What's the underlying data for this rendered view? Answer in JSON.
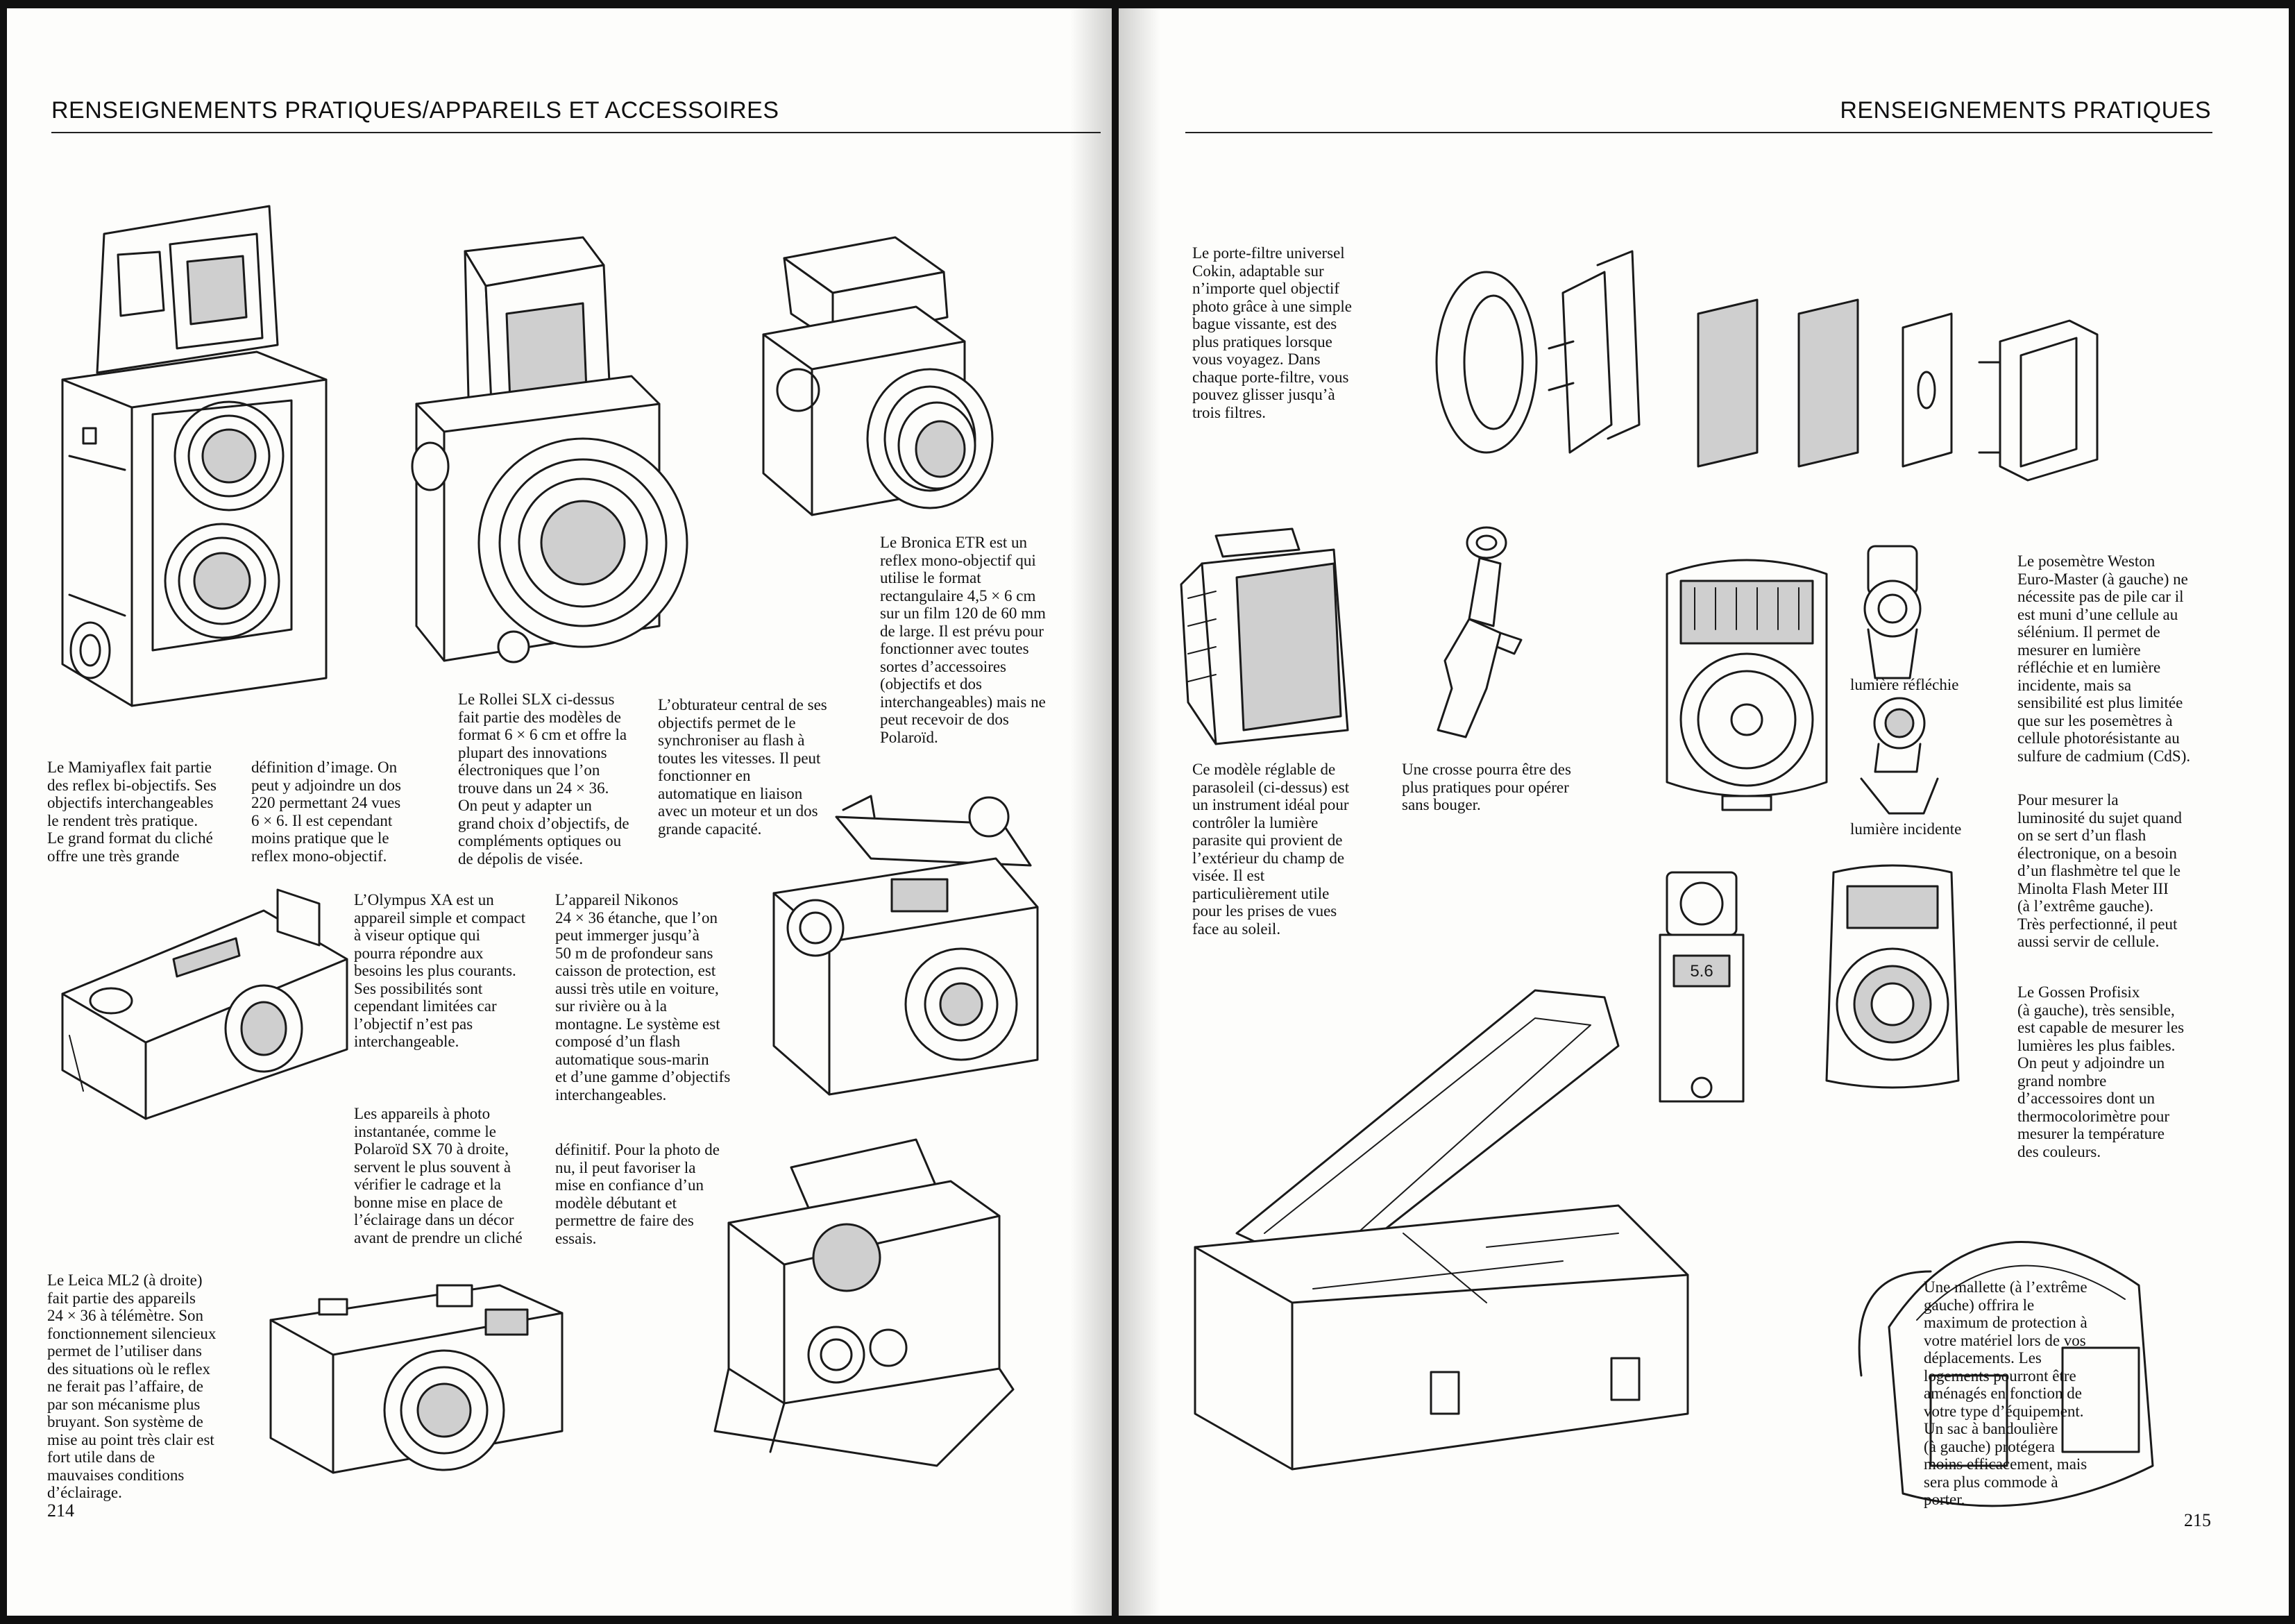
{
  "left_page": {
    "running_head": "RENSEIGNEMENTS PRATIQUES/APPAREILS ET ACCESSOIRES",
    "page_number": "214",
    "captions": {
      "mamiyaflex_a": "Le Mamiyaflex fait partie\ndes reflex bi-objectifs. Ses\nobjectifs interchangeables\nle rendent très pratique.\nLe grand format du cliché\noffre une très grande",
      "mamiyaflex_b": "définition d’image. On\npeut y adjoindre un dos\n220 permettant 24 vues\n6 × 6. Il est cependant\nmoins pratique que le\nreflex mono-objectif.",
      "rollei_a": "Le Rollei SLX ci-dessus\nfait partie des modèles de\nformat 6 × 6 cm et offre la\nplupart des innovations\nélectroniques que l’on\ntrouve dans un 24 × 36.\nOn peut y adapter un\ngrand choix d’objectifs, de\ncompléments optiques ou\nde dépolis de visée.",
      "rollei_b": "L’obturateur central de ses\nobjectifs permet de le\nsynchroniser au flash à\ntoutes les vitesses. Il peut\nfonctionner en\nautomatique en liaison\navec un moteur et un dos\ngrande capacité.",
      "bronica": "Le Bronica ETR est un\nreflex mono-objectif qui\nutilise le format\nrectangulaire 4,5 × 6 cm\nsur un film 120 de 60 mm\nde large. Il est prévu pour\nfonctionner avec toutes\nsortes d’accessoires\n(objectifs et dos\ninterchangeables) mais ne\npeut recevoir de dos\nPolaroïd.",
      "olympus": "L’Olympus XA est un\nappareil simple et compact\nà viseur optique qui\npourra répondre aux\nbesoins les plus courants.\nSes possibilités sont\ncependant limitées car\nl’objectif n’est pas\ninterchangeable.",
      "nikonos": "L’appareil Nikonos\n24 × 36 étanche, que l’on\npeut immerger jusqu’à\n50 m de profondeur sans\ncaisson de protection, est\naussi très utile en voiture,\nsur rivière ou à la\nmontagne. Le système est\ncomposé d’un flash\nautomatique sous-marin\net d’une gamme d’objectifs\ninterchangeables.",
      "polaroid_a": "Les appareils à photo\ninstantanée, comme le\nPolaroïd SX 70 à droite,\nservent le plus souvent à\nvérifier le cadrage et la\nbonne mise en place de\nl’éclairage dans un décor\navant de prendre un cliché",
      "polaroid_b": "définitif. Pour la photo de\nnu, il peut favoriser la\nmise en confiance d’un\nmodèle débutant et\npermettre de faire des\nessais.",
      "leica": "Le Leica ML2 (à droite)\nfait partie des appareils\n24 × 36 à télémètre. Son\nfonctionnement silencieux\npermet de l’utiliser dans\ndes situations où le reflex\nne ferait pas l’affaire, de\npar son mécanisme plus\nbruyant. Son système de\nmise au point très clair est\nfort utile dans de\nmauvaises conditions\nd’éclairage."
    }
  },
  "right_page": {
    "running_head": "RENSEIGNEMENTS PRATIQUES",
    "page_number": "215",
    "captions": {
      "cokin": "Le porte-filtre universel\nCokin, adaptable sur\nn’importe quel objectif\nphoto grâce à une simple\nbague vissante, est des\nplus pratiques lorsque\nvous voyagez. Dans\nchaque porte-filtre, vous\npouvez glisser jusqu’à\ntrois filtres.",
      "parasoleil": "Ce modèle réglable de\nparasoleil (ci-dessus) est\nun instrument idéal pour\ncontrôler la lumière\nparasite qui provient de\nl’extérieur du champ de\nvisée. Il est\nparticulièrement utile\npour les prises de vues\nface au soleil.",
      "crosse": "Une crosse pourra être des\nplus pratiques pour opérer\nsans bouger.",
      "weston": "Le posemètre Weston\nEuro-Master (à gauche) ne\nnécessite pas de pile car il\nest muni d’une cellule au\nsélénium. Il permet de\nmesurer en lumière\nréfléchie et en lumière\nincidente, mais sa\nsensibilité est plus limitée\nque sur les posemètres à\ncellule photorésistante au\nsulfure de cadmium (CdS).",
      "flashmeter": "Pour mesurer la\nluminosité du sujet quand\non se sert d’un flash\nélectronique, on a besoin\nd’un flashmètre tel que le\nMinolta Flash Meter III\n(à l’extrême gauche).\nTrès perfectionné, il peut\naussi servir de cellule.",
      "gossen": "Le Gossen Profisix\n(à gauche), très sensible,\nest capable de mesurer les\nlumières les plus faibles.\nOn peut y adjoindre un\ngrand nombre\nd’accessoires dont un\nthermocolorimètre pour\nmesurer la température\ndes couleurs.",
      "mallette": "Une mallette (à l’extrême\ngauche) offrira le\nmaximum de protection à\nvotre matériel lors de vos\ndéplacements. Les\nlogements pourront être\naménagés en fonction de\nvotre type d’équipement.\nUn sac à bandoulière\n(à gauche) protégera\nmoins efficacement, mais\nsera plus commode à\nporter."
    },
    "labels": {
      "reflechie": "lumière réfléchie",
      "incidente": "lumière incidente",
      "flash_readout": "5.6"
    }
  }
}
